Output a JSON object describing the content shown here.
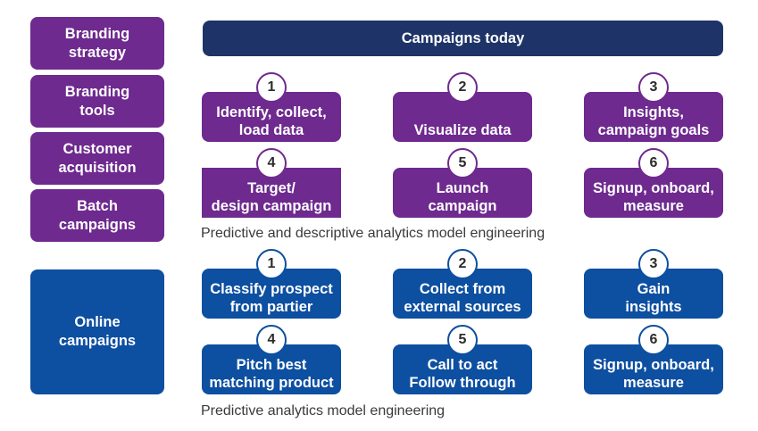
{
  "colors": {
    "purple": "#6e2a8e",
    "blue": "#0d4fa0",
    "navy": "#1e3468"
  },
  "sidebar": {
    "items": [
      {
        "label": "Branding\nstrategy"
      },
      {
        "label": "Branding\ntools"
      },
      {
        "label": "Customer\nacquisition"
      },
      {
        "label": "Batch\ncampaigns"
      },
      {
        "label": "Online\ncampaigns"
      }
    ]
  },
  "header": {
    "title": "Campaigns today"
  },
  "predictive_descriptive": {
    "caption": "Predictive and descriptive analytics model engineering",
    "steps": [
      {
        "num": "1",
        "label": "Identify, collect,\nload data"
      },
      {
        "num": "2",
        "label": "Visualize data"
      },
      {
        "num": "3",
        "label": "Insights,\ncampaign goals"
      },
      {
        "num": "4",
        "label": "Target/\ndesign campaign"
      },
      {
        "num": "5",
        "label": "Launch\ncampaign"
      },
      {
        "num": "6",
        "label": "Signup, onboard,\nmeasure"
      }
    ]
  },
  "predictive": {
    "caption": "Predictive analytics model engineering",
    "steps": [
      {
        "num": "1",
        "label": "Classify prospect\nfrom partier"
      },
      {
        "num": "2",
        "label": "Collect from\nexternal sources"
      },
      {
        "num": "3",
        "label": "Gain\ninsights"
      },
      {
        "num": "4",
        "label": "Pitch best\nmatching product"
      },
      {
        "num": "5",
        "label": "Call to act\nFollow through"
      },
      {
        "num": "6",
        "label": "Signup, onboard,\nmeasure"
      }
    ]
  }
}
